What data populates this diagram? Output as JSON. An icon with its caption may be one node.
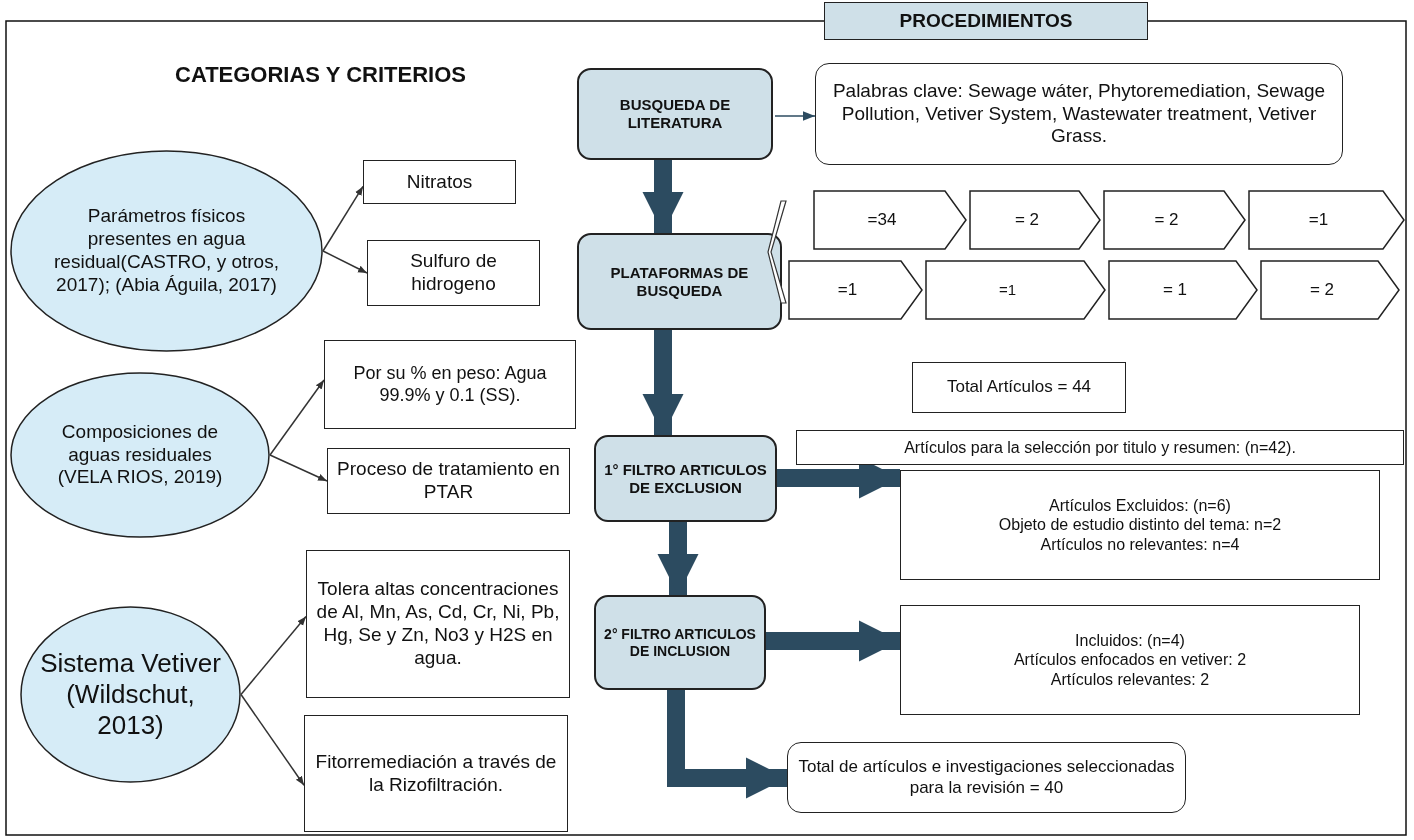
{
  "diagram": {
    "nodes": [
      {
        "text": [
          "PROCEDIMIENTOS"
        ]
      },
      {
        "text": [
          "Parámetros físicos presentes en agua residual(CASTRO, y otros, 2017); (Abia Águila, 2017)"
        ]
      },
      {
        "text": [
          "Nitratos"
        ]
      },
      {
        "text": [
          "Sulfuro de hidrogeno"
        ]
      },
      {
        "text": [
          "Composiciones de aguas residuales (VELA RIOS, 2019)"
        ]
      },
      {
        "text": [
          "Por su % en peso: Agua 99.9% y 0.1 (SS)."
        ]
      },
      {
        "text": [
          "Proceso de tratamiento en PTAR"
        ]
      },
      {
        "text": [
          "Sistema Vetiver (Wildschut, 2013)"
        ]
      },
      {
        "text": [
          "Tolera altas concentraciones de Al, Mn, As, Cd, Cr, Ni, Pb, Hg, Se y Zn, No3 y H2S en agua."
        ]
      },
      {
        "text": [
          "Fitorremediación a través de la Rizofiltración."
        ]
      },
      {
        "text": [
          "BUSQUEDA DE LITERATURA"
        ]
      },
      {
        "text": [
          "Palabras clave: Sewage wáter, Phytoremediation, Sewage Pollution, Vetiver System, Wastewater treatment, Vetiver Grass."
        ]
      },
      {
        "text": [
          "PLATAFORMAS DE BUSQUEDA"
        ]
      },
      {
        "text": [
          "=34"
        ]
      },
      {
        "text": [
          "= 2"
        ]
      },
      {
        "text": [
          "= 2"
        ]
      },
      {
        "text": [
          "=1"
        ]
      },
      {
        "text": [
          "=1"
        ]
      },
      {
        "text": [
          "=1"
        ]
      },
      {
        "text": [
          "= 1"
        ]
      },
      {
        "text": [
          "= 2"
        ]
      },
      {
        "text": [
          "Total Artículos = 44"
        ]
      },
      {
        "text": [
          "Artículos para la selección por titulo y resumen: (n=42)."
        ]
      },
      {
        "text": [
          "1° FILTRO ARTICULOS DE EXCLUSION"
        ]
      },
      {
        "text": [
          "Artículos Excluidos: (n=6)",
          "Objeto de estudio distinto del tema: n=2",
          "Artículos no relevantes: n=4"
        ]
      },
      {
        "text": [
          "2° FILTRO ARTICULOS DE INCLUSION"
        ]
      },
      {
        "text": [
          "Incluidos: (n=4)",
          "Artículos enfocados en vetiver: 2",
          "Artículos relevantes: 2"
        ]
      },
      {
        "text": [
          "Total de artículos e investigaciones seleccionadas para la revisión = 40"
        ]
      },
      {
        "text": [],
        "shape": "chevron"
      }
    ],
    "edges": [
      {
        "from": 1,
        "to": 2,
        "arrow": "to"
      },
      {
        "from": 1,
        "to": 3,
        "arrow": "to"
      },
      {
        "from": 4,
        "to": 5,
        "arrow": "to"
      },
      {
        "from": 4,
        "to": 6,
        "arrow": "to"
      },
      {
        "from": 7,
        "to": 8,
        "arrow": "to"
      },
      {
        "from": 7,
        "to": 9,
        "arrow": "to"
      },
      {
        "from": 10,
        "to": 11,
        "arrow": "to",
        "color": "#2c4b60"
      },
      {
        "from": 10,
        "to": 12,
        "arrow": "to",
        "style": "thick"
      },
      {
        "from": 12,
        "to": 23,
        "arrow": "to",
        "style": "thick"
      },
      {
        "from": 23,
        "to": 24,
        "arrow": "to",
        "style": "thick"
      },
      {
        "from": 23,
        "to": 25,
        "arrow": "to",
        "style": "thick"
      },
      {
        "from": 25,
        "to": 26,
        "arrow": "to",
        "style": "thick"
      },
      {
        "from": 25,
        "to": 27,
        "arrow": "to",
        "style": "thick"
      }
    ],
    "labels": [
      "CATEGORIAS Y CRITERIOS"
    ]
  }
}
